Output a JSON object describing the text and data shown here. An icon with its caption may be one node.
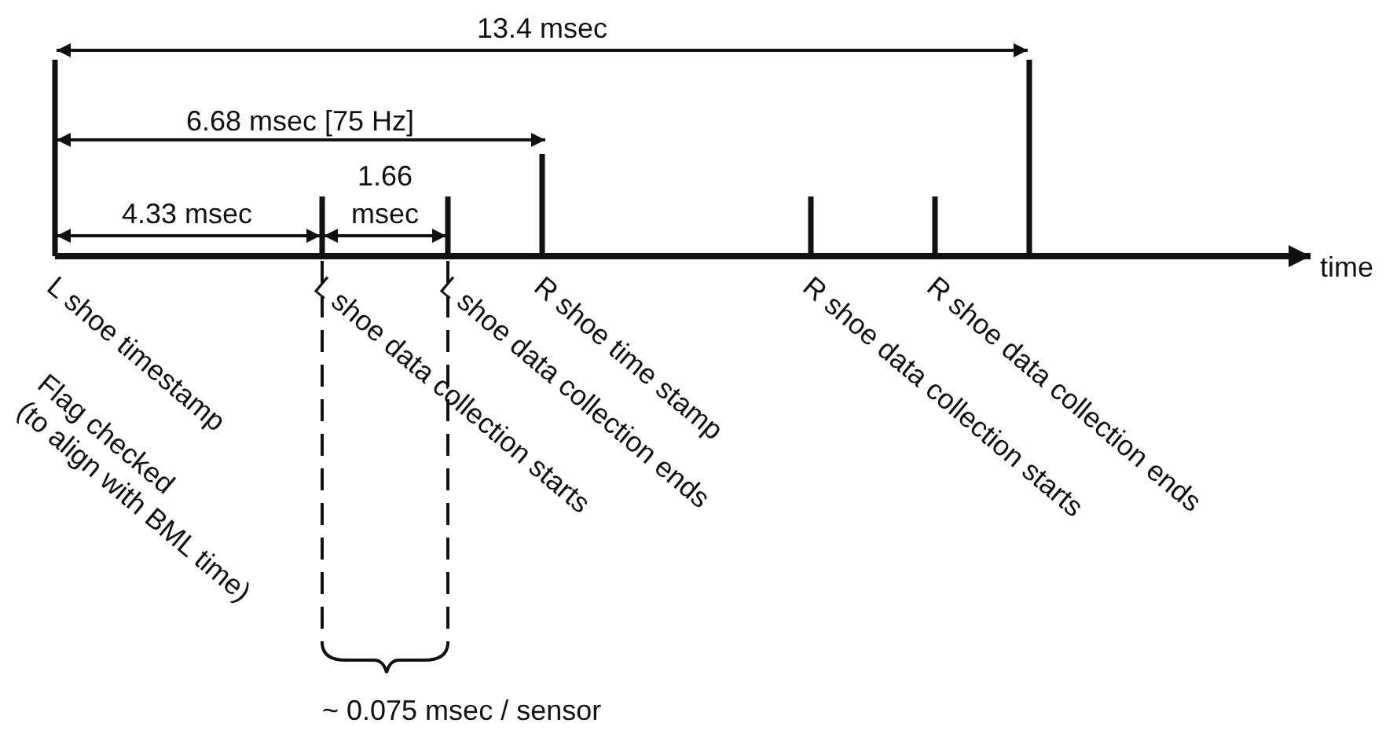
{
  "diagram": {
    "labels": [
      "13.4 msec",
      "6.68 msec [75 Hz]",
      "1.66 msec",
      "4.33 msec",
      "time",
      "L shoe timestamp",
      "Flag checked",
      "(to align with BML time)",
      "L shoe data collection starts",
      "L shoe data collection ends",
      "R shoe time stamp",
      "R shoe data collection starts",
      "R shoe data collection ends",
      "~ 0.075 msec / sensor"
    ]
  }
}
